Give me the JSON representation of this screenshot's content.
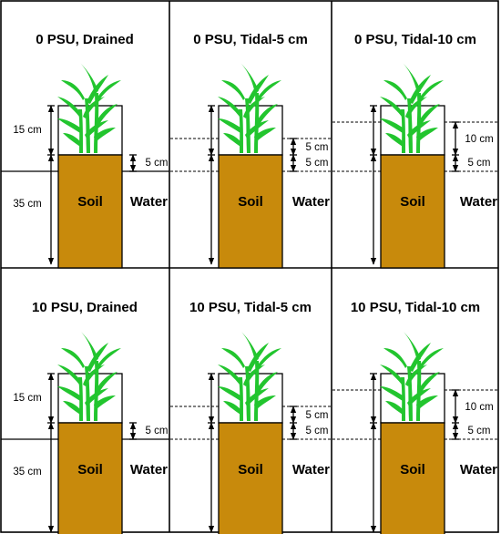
{
  "colors": {
    "soil": "#C88A0C",
    "plant": "#22C52E",
    "line": "#000000",
    "background": "#FFFFFF"
  },
  "icons": {
    "plant": "plant-icon"
  },
  "panels": [
    {
      "id": "p1",
      "title": "0 PSU, Drained",
      "treatment": "drained",
      "flood_cm": 0,
      "soil_label": "Soil",
      "water_label": "Water",
      "upper_dim": "15 cm",
      "lower_dim": "35 cm",
      "inner_dims": [
        "5 cm"
      ]
    },
    {
      "id": "p2",
      "title": "0 PSU, Tidal-5 cm",
      "treatment": "tidal",
      "flood_cm": 5,
      "soil_label": "Soil",
      "water_label": "Water",
      "inner_dims": [
        "5 cm",
        "5 cm"
      ]
    },
    {
      "id": "p3",
      "title": "0 PSU, Tidal-10 cm",
      "treatment": "tidal",
      "flood_cm": 10,
      "soil_label": "Soil",
      "water_label": "Water",
      "inner_dims": [
        "10 cm",
        "5 cm"
      ]
    },
    {
      "id": "p4",
      "title": "10 PSU, Drained",
      "treatment": "drained",
      "flood_cm": 0,
      "soil_label": "Soil",
      "water_label": "Water",
      "upper_dim": "15 cm",
      "lower_dim": "35 cm",
      "inner_dims": [
        "5 cm"
      ]
    },
    {
      "id": "p5",
      "title": "10 PSU, Tidal-5 cm",
      "treatment": "tidal",
      "flood_cm": 5,
      "soil_label": "Soil",
      "water_label": "Water",
      "inner_dims": [
        "5 cm",
        "5 cm"
      ]
    },
    {
      "id": "p6",
      "title": "10 PSU, Tidal-10 cm",
      "treatment": "tidal",
      "flood_cm": 10,
      "soil_label": "Soil",
      "water_label": "Water",
      "inner_dims": [
        "10 cm",
        "5 cm"
      ]
    }
  ]
}
